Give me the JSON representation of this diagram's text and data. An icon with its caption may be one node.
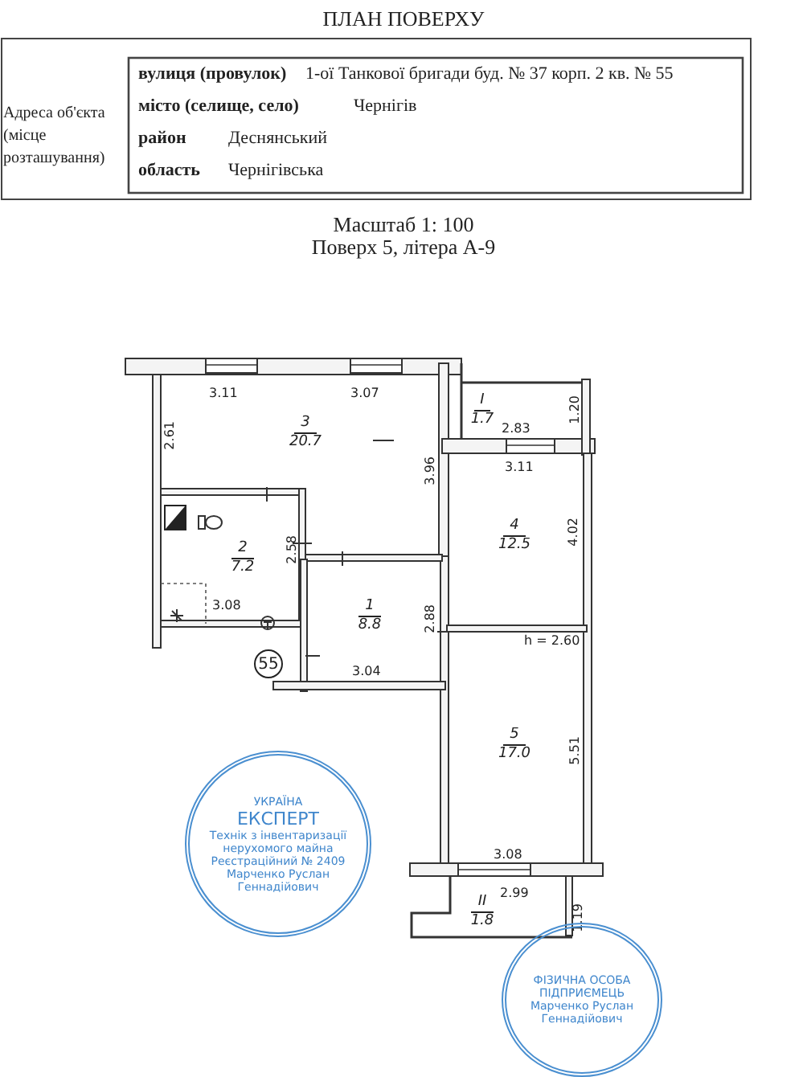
{
  "diagram": {
    "title": "ПЛАН ПОВЕРХУ",
    "nodes": [
      {
        "text": [
          "3",
          "20.7"
        ]
      },
      {
        "text": [
          "I",
          "1.7"
        ]
      },
      {
        "text": [
          "4",
          "12.5"
        ]
      },
      {
        "text": [
          "2",
          "7.2"
        ]
      },
      {
        "text": [
          "1",
          "8.8"
        ]
      },
      {
        "text": [
          "5",
          "17.0"
        ]
      },
      {
        "text": [
          "II",
          "1.8"
        ]
      },
      {
        "text": [
          "55"
        ]
      },
      {
        "text": [
          "УКРАЇНА",
          "ЕКСПЕРТ",
          "Технік з інвентаризації нерухомого майна",
          "Реєстраційний № 2409",
          "Марченко Руслан Геннадійович"
        ]
      },
      {
        "text": [
          "ФІЗИЧНА ОСОБА ПІДПРИЄМЕЦЬ",
          "Марченко Руслан Геннадійович"
        ]
      }
    ],
    "labels": [
      "Адреса об'єкта (місце розташування)",
      "вулиця (провулок)",
      "1-ої Танкової бригади буд. № 37 корп. 2 кв. № 55",
      "місто (селище, село)",
      "Чернігів",
      "район",
      "Деснянський",
      "область",
      "Чернігівська",
      "Масштаб 1: 100",
      "Поверх 5, літера А-9",
      "3.11",
      "3.07",
      "2.61",
      "3.96",
      "1.20",
      "2.83",
      "3.11",
      "4.02",
      "2.58",
      "3.08",
      "2.88",
      "3.04",
      "h = 2.60",
      "5.51",
      "3.08",
      "2.99",
      "1.19"
    ]
  }
}
